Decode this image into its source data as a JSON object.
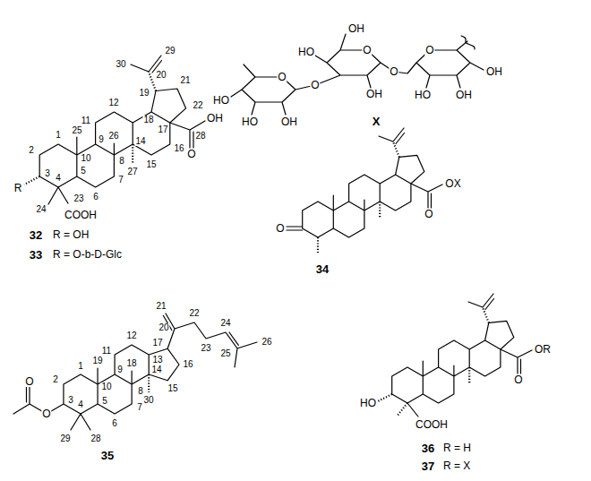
{
  "diagram": {
    "labels": [
      "29",
      "30",
      "20",
      "21",
      "19",
      "22",
      "12",
      "18",
      "17",
      "OH",
      "28",
      "O",
      "11",
      "25",
      "1",
      "26",
      "9",
      "14",
      "16",
      "2",
      "10",
      "8",
      "15",
      "5",
      "3",
      "4",
      "7",
      "27",
      "6",
      "R",
      "24",
      "23",
      "COOH",
      "32",
      "R = OH",
      "33",
      "R = O-b-D-Glc",
      "OH",
      "HO",
      "O",
      "O",
      "O",
      "O",
      "O",
      "OH",
      "HO",
      "OH",
      "HO",
      "OH",
      "HO",
      "OH",
      "X",
      "OX",
      "O",
      "O",
      "34",
      "21",
      "22",
      "24",
      "20",
      "12",
      "26",
      "17",
      "23",
      "11",
      "25",
      "13",
      "18",
      "16",
      "1",
      "19",
      "9",
      "14",
      "2",
      "O",
      "10",
      "15",
      "8",
      "3",
      "30",
      "5",
      "4",
      "7",
      "O",
      "6",
      "29",
      "28",
      "35",
      "OR",
      "O",
      "HO",
      "COOH",
      "36",
      "R = H",
      "37",
      "R = X"
    ]
  }
}
